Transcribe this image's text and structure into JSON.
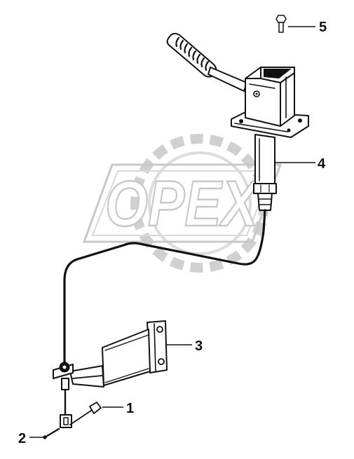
{
  "watermark": {
    "text": "OPEX",
    "stroke": "#c8c8c8"
  },
  "ink_color": "#111111",
  "callouts": [
    {
      "id": "1",
      "label": "1"
    },
    {
      "id": "2",
      "label": "2"
    },
    {
      "id": "3",
      "label": "3"
    },
    {
      "id": "4",
      "label": "4"
    },
    {
      "id": "5",
      "label": "5"
    }
  ]
}
